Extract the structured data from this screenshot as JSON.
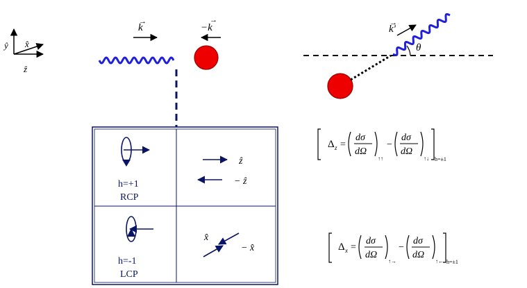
{
  "axes_legend": {
    "y": "ŷ",
    "x": "x̂",
    "z": "ẑ"
  },
  "beam": {
    "k": "k",
    "minus_k": "−k"
  },
  "outgoing": {
    "k_prime": "k'",
    "theta": "θ"
  },
  "table": {
    "rcp": {
      "helicity": "h=+1",
      "name": "RCP"
    },
    "lcp": {
      "helicity": "h=-1",
      "name": "LCP"
    },
    "z_dir": {
      "plus": "ẑ",
      "minus": "− ẑ"
    },
    "x_dir": {
      "plus": "x̂",
      "minus": "− x̂"
    }
  },
  "formulas": {
    "delta_z": {
      "delta": "Δ",
      "sub": "z",
      "num": "dσ",
      "den": "dΩ",
      "sub1": "↑↑",
      "sub2": "↑↓",
      "minus": "−",
      "eq": "=",
      "outer": "h=±1"
    },
    "delta_x": {
      "delta": "Δ",
      "sub": "x",
      "num": "dσ",
      "den": "dΩ",
      "sub1": "↑→",
      "sub2": "↑←",
      "minus": "−",
      "eq": "=",
      "outer": "h=±1"
    }
  },
  "colors": {
    "photon": "#1f1fdc",
    "target": "#ee0000",
    "ink": "#000000",
    "navy": "#0a1464"
  }
}
